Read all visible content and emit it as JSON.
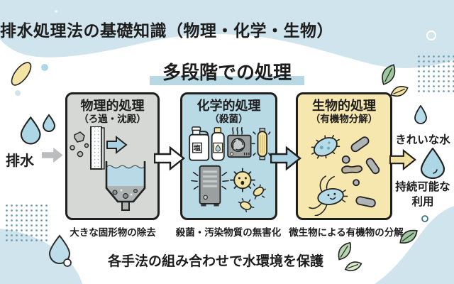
{
  "title": "排水処理法の基礎知識（物理・化学・生物）",
  "subtitle": "多段階での処理",
  "flow": {
    "input_label": "排水",
    "output_clean_label": "きれいな水",
    "output_sustainable_label": "持続可能な利用"
  },
  "stages": [
    {
      "title": "物理的処理",
      "subtitle": "（ろ過・沈殿）",
      "caption": "大きな固形物の除去",
      "bg_color": "#d6d8d6",
      "icon": "filter-and-sedimentation-tank"
    },
    {
      "title": "化学的処理",
      "subtitle": "（殺菌）",
      "caption": "殺菌・汚染物質の無害化",
      "bg_color": "#b7dae5",
      "chlorine_label": "塩",
      "icon": "chemicals-ozone-uv-germs"
    },
    {
      "title": "生物的処理",
      "subtitle": "（有機物分解）",
      "caption": "微生物による有機物の分解",
      "bg_color": "#f6e7af",
      "icon": "microbes-organic-matter"
    }
  ],
  "footer": "各手法の組み合わせで水環境を保護",
  "icons": {
    "water-drop-icon": "teardrop shape",
    "arrow-right-icon": "block arrow",
    "leaf-icon": "leaf shape",
    "germ-icon": "spiked circle",
    "microbe-icon": "spiked ellipse with flagella",
    "uv-lamp-icon": "tube lamp",
    "ozone-unit-icon": "fan box",
    "chlorine-bottle-icon": "jug with label",
    "sedimentation-tank-icon": "hopper tank"
  },
  "colors": {
    "wave_blue": "#cfe4ec",
    "highlight_blue": "#b8d9e4",
    "physical_gray": "#d6d8d6",
    "chemical_blue": "#b7dae5",
    "biological_yellow": "#f6e7af",
    "water_drop_blue": "#aed7e6",
    "arrow_gray": "#b9bdbd",
    "arrow_yellow": "#f2e2a2",
    "leaf_green": "#9fc89f",
    "dots_blue": "#6d9cb4",
    "text_dark": "#1d1d1d"
  }
}
